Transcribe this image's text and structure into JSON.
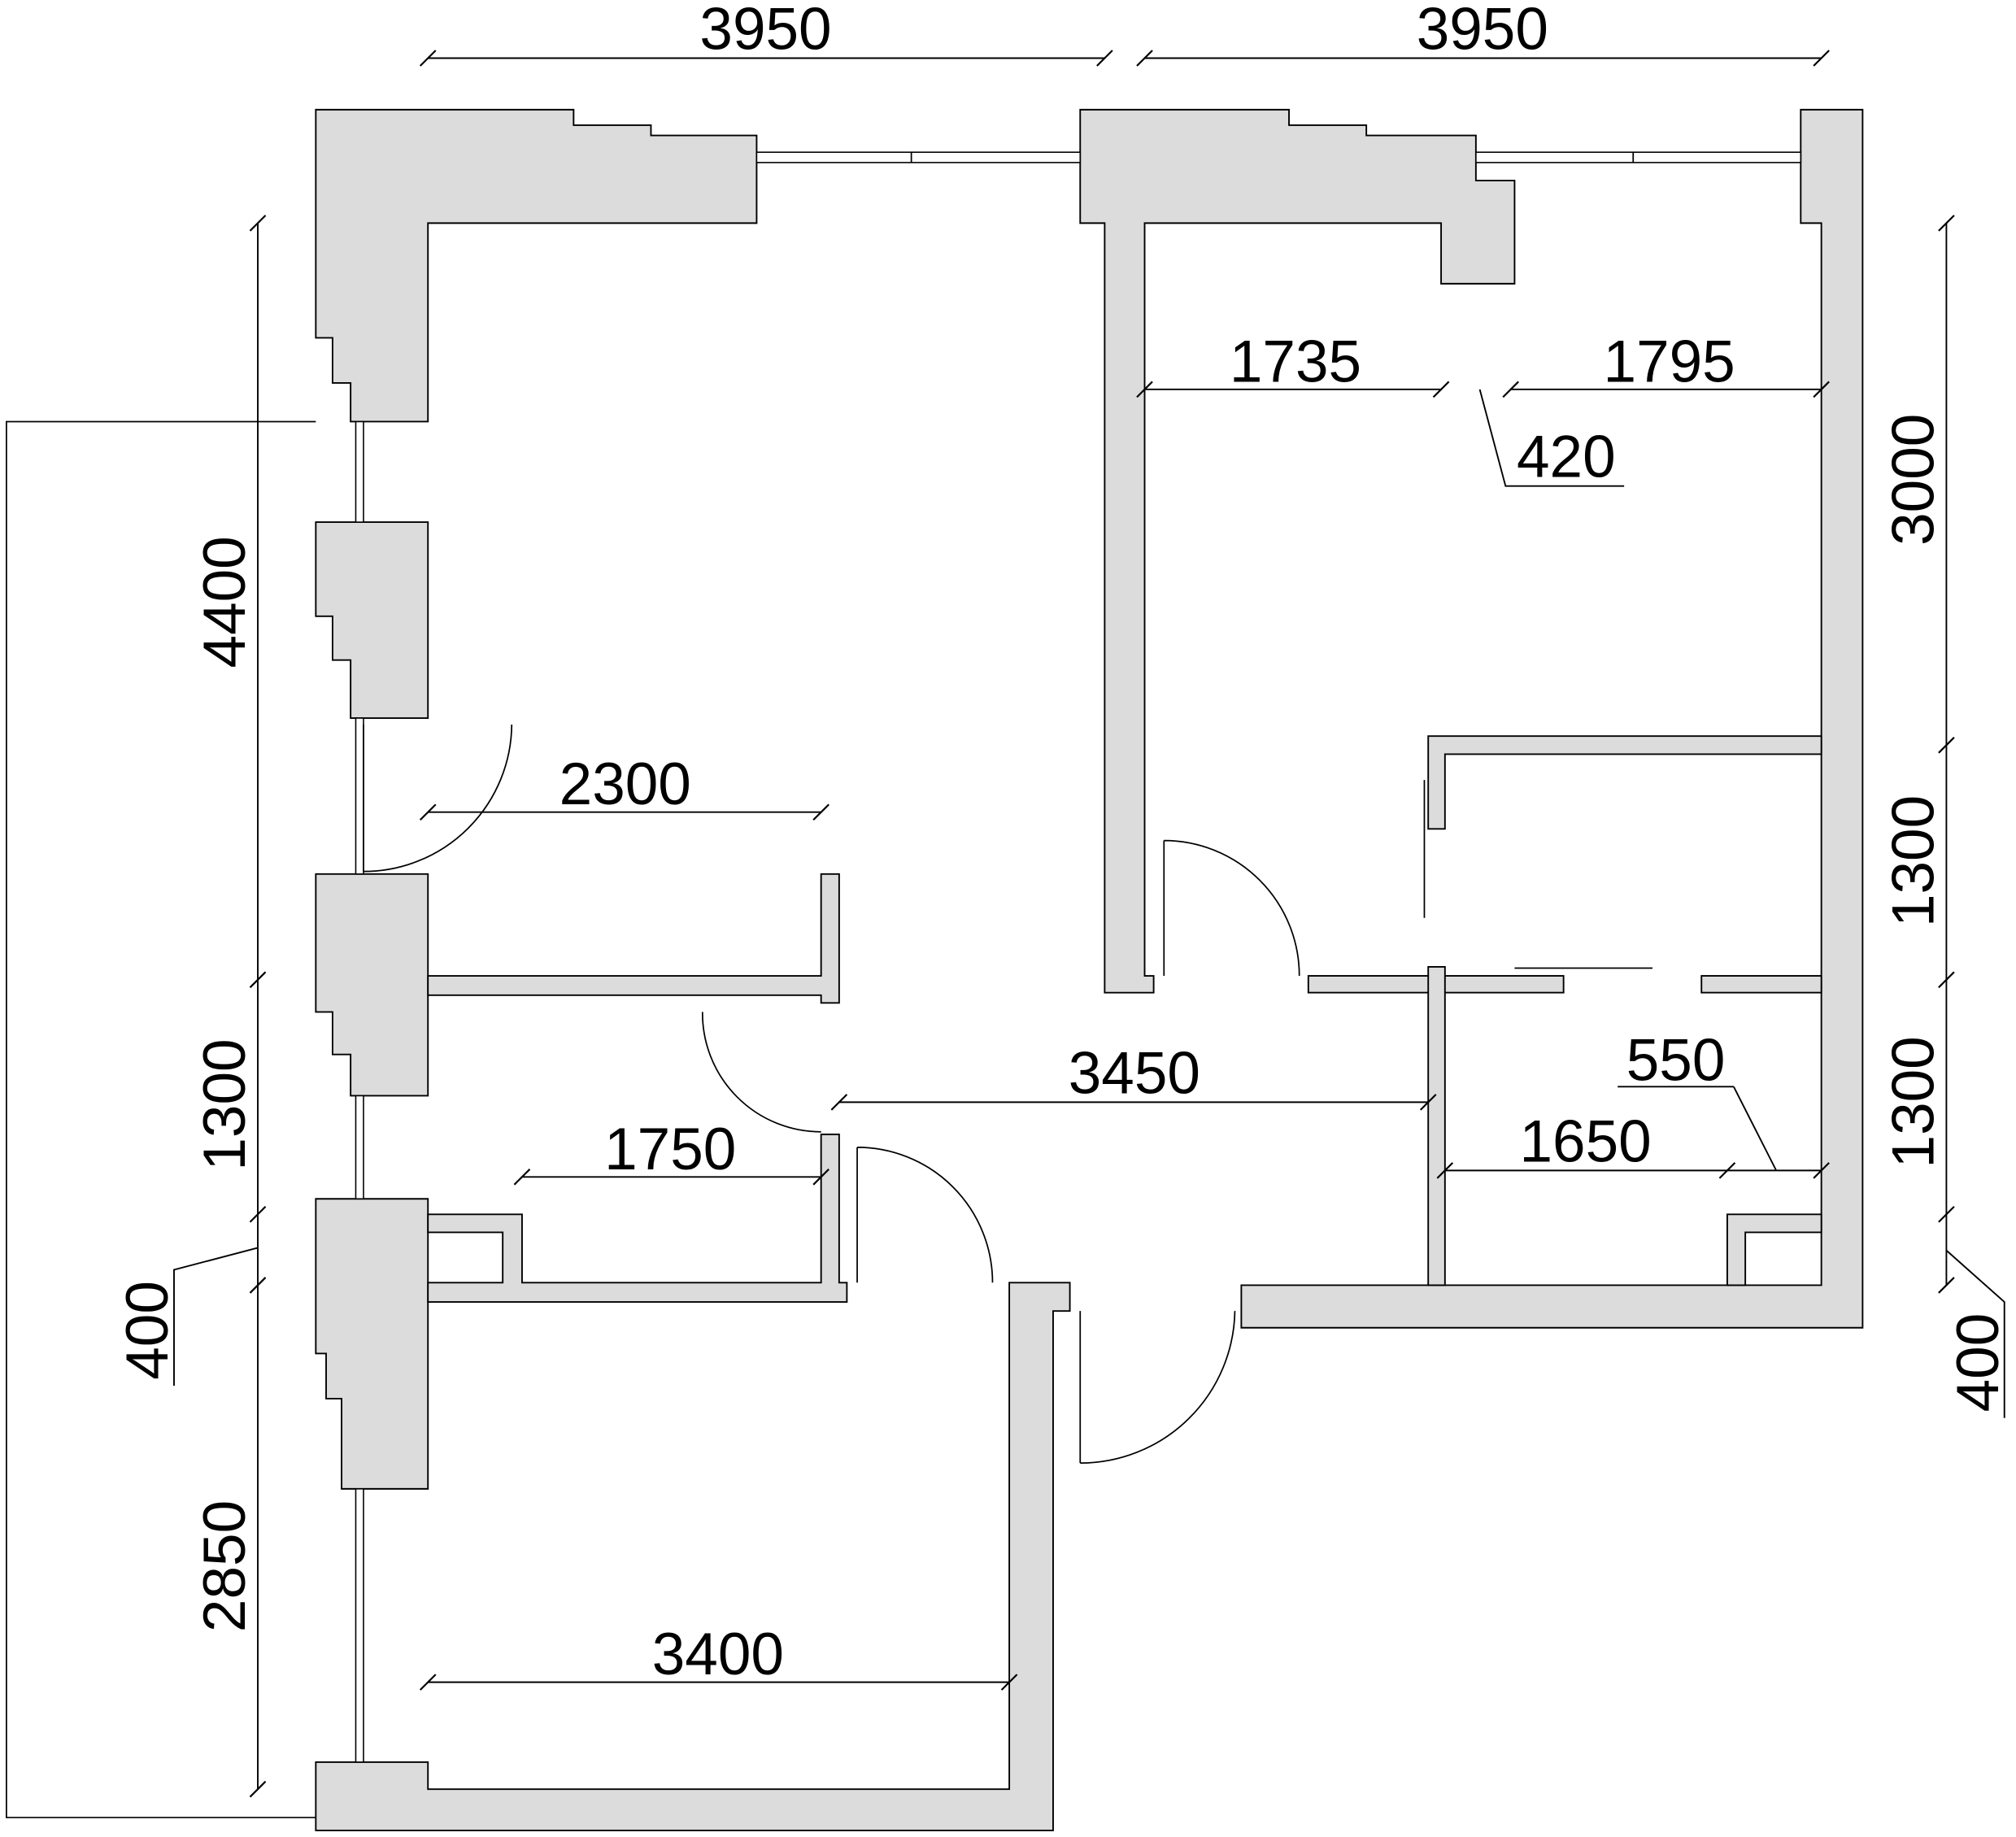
{
  "plan": {
    "dimensions": {
      "top_left_width": "3950",
      "top_right_width": "3950",
      "room_right_left": "1735",
      "room_right_right": "1795",
      "pillar_width": "420",
      "right_height_top": "3000",
      "right_height_mid": "1300",
      "right_height_low": "1300",
      "right_wall_bottom": "400",
      "left_height_top": "4400",
      "left_height_mid": "1300",
      "left_wall": "400",
      "left_height_bottom": "2850",
      "living_depth": "2300",
      "storage_width": "1750",
      "hall_length": "3450",
      "bath_width": "1650",
      "bath_niche": "550",
      "bedroom_width": "3400"
    },
    "colors": {
      "wall_fill": "#dcdcdc",
      "line": "#000000"
    }
  }
}
